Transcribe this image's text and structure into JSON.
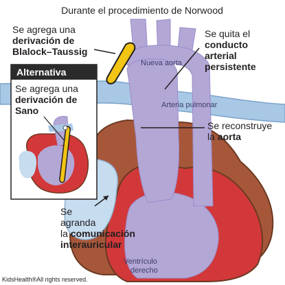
{
  "title": "Durante el procedimiento de Norwood",
  "labels": {
    "blalock_line1": "Se agrega una",
    "blalock_line2": "derivación de",
    "blalock_line3": "Blalock–Taussig",
    "ductus_line1": "Se quita el",
    "ductus_line2": "conducto",
    "ductus_line3": "arterial",
    "ductus_line4": "persistente",
    "aorta_line1": "Se reconstruye",
    "aorta_line2_pre": "la ",
    "aorta_line2_bold": "aorta",
    "asd_line1": "Se",
    "asd_line2": "agranda",
    "asd_line3_pre": "la ",
    "asd_line3_bold": "comunicación",
    "asd_line4": "interauricular",
    "new_aorta": "Nueva aorta",
    "pulmonary_artery": "Arteria pulmonar",
    "right_ventricle_line1": "Ventrículo",
    "right_ventricle_line2": "derecho"
  },
  "alternative": {
    "header": "Alternativa",
    "line1": "Se agrega una",
    "line2": "derivación de",
    "line3": "Sano"
  },
  "credit": "KidsHealth®All rights reserved.",
  "colors": {
    "heart": "#d2383a",
    "heart_outline": "#6b3a22",
    "heart_back": "#a6573a",
    "aorta": "#b3a7d6",
    "pulmonary": "#a9c8e6",
    "shunt": "#f2c414",
    "atrium": "#c6dcef"
  }
}
